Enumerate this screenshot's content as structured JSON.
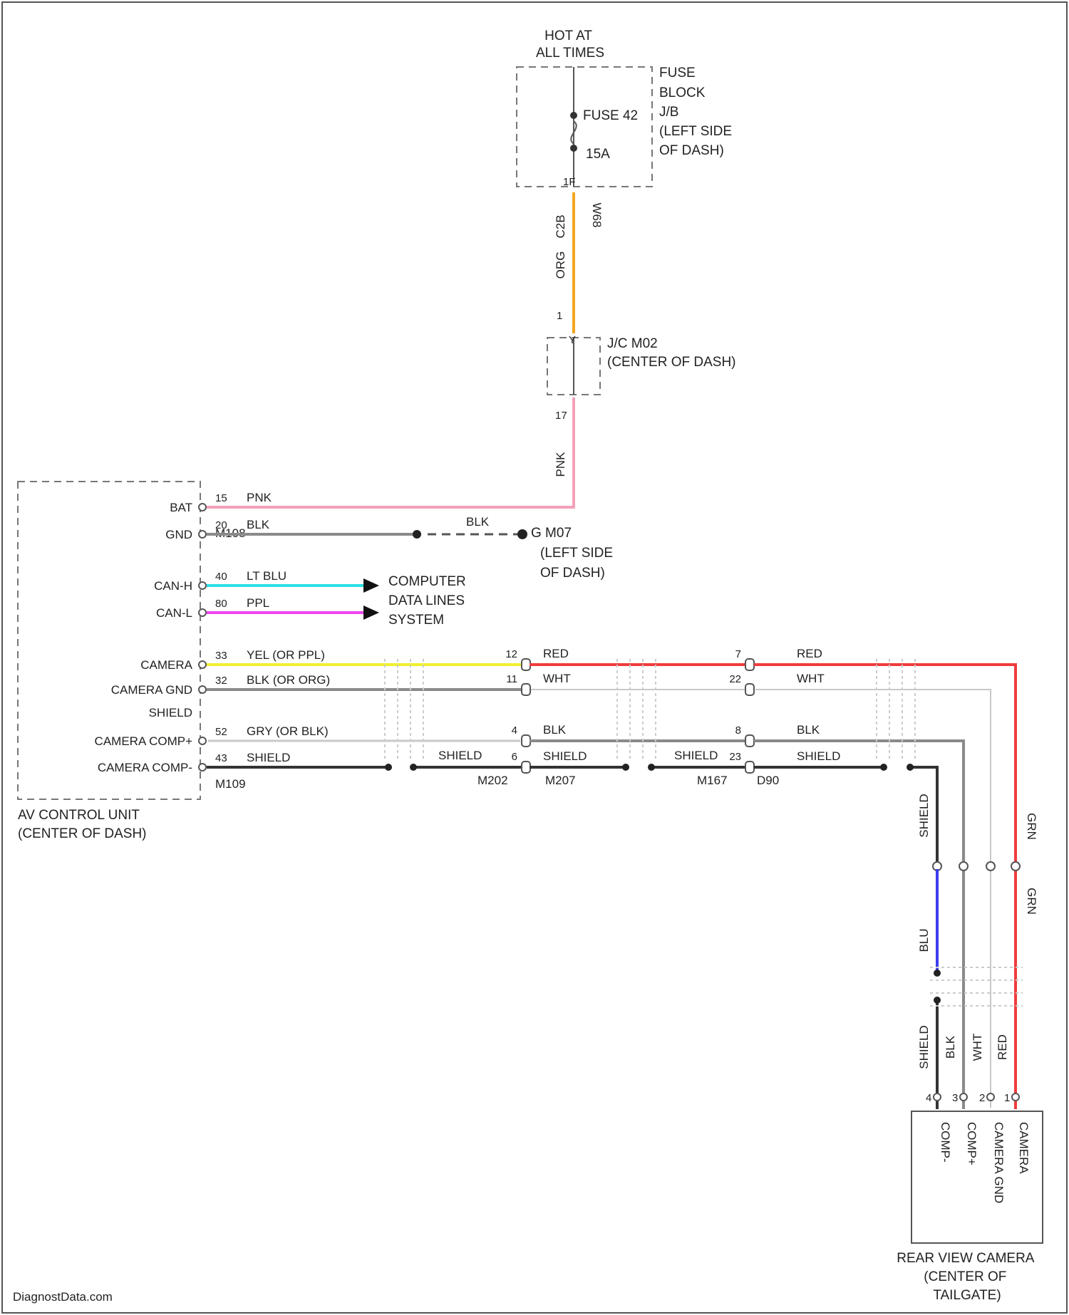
{
  "colors": {
    "orange": "#f5a623",
    "pink": "#f4a0b8",
    "black": "#333333",
    "gray": "#8a8a8a",
    "light_gray": "#c8c8c8",
    "cyan": "#28e0e6",
    "magenta": "#ee44ee",
    "yellow": "#f0f030",
    "red": "#f03c3c",
    "blue": "#3c3cf0"
  },
  "hot_at": "HOT AT\nALL TIMES",
  "fuse_block": {
    "label": "FUSE\nBLOCK\nJ/B\n(LEFT SIDE\nOF DASH)",
    "fuse_name": "FUSE 42",
    "fuse_amp": "15A",
    "pin_bottom": "1F",
    "connector": "C2B",
    "wire_color": "ORG",
    "wire_code": "W68"
  },
  "jc": {
    "label": "J/C M02\n(CENTER OF DASH)",
    "pin_in": "Y",
    "pin_top": "1",
    "pin_out": "17",
    "wire_color": "PNK"
  },
  "av_unit": {
    "label": "AV CONTROL UNIT\n(CENTER OF DASH)",
    "pins": [
      {
        "name": "BAT",
        "num": "15",
        "color": "PNK"
      },
      {
        "name": "GND",
        "num": "20",
        "color": "BLK"
      },
      {
        "name": "CAN-H",
        "num": "40",
        "color": "LT BLU"
      },
      {
        "name": "CAN-L",
        "num": "80",
        "color": "PPL"
      },
      {
        "name": "CAMERA",
        "num": "33",
        "color": "YEL (OR PPL)"
      },
      {
        "name": "CAMERA GND",
        "num": "32",
        "color": "BLK (OR ORG)"
      },
      {
        "name": "SHIELD",
        "num": "",
        "color": ""
      },
      {
        "name": "CAMERA COMP+",
        "num": "52",
        "color": "GRY (OR BLK)"
      },
      {
        "name": "CAMERA COMP-",
        "num": "43",
        "color": "SHIELD"
      }
    ],
    "connector_top": "M108",
    "connector_bottom": "M109"
  },
  "ground": {
    "label": "G M07\n(LEFT SIDE\nOF DASH)",
    "wire": "BLK"
  },
  "computer_data": "COMPUTER\nDATA LINES\nSYSTEM",
  "conn1": {
    "pins": [
      "12",
      "11",
      "4",
      "6"
    ],
    "colors": [
      "RED",
      "WHT",
      "BLK",
      "SHIELD"
    ],
    "shield_left": "SHIELD",
    "splice": "M202",
    "connector": "M207"
  },
  "conn2": {
    "pins": [
      "7",
      "22",
      "8",
      "23"
    ],
    "colors": [
      "RED",
      "WHT",
      "BLK",
      "SHIELD"
    ],
    "splice": "M167",
    "connector": "D90"
  },
  "vertical": {
    "top_labels": [
      "SHIELD",
      "GRN"
    ],
    "mid_labels": [
      "BLU",
      "GRN"
    ],
    "bottom_labels": [
      "SHIELD",
      "BLK",
      "WHT",
      "RED"
    ],
    "pins": [
      "4",
      "3",
      "2",
      "1"
    ]
  },
  "camera": {
    "label": "REAR VIEW CAMERA\n(CENTER OF\nTAILGATE)",
    "pins": [
      "COMP-",
      "COMP+",
      "CAMERA GND",
      "CAMERA"
    ]
  },
  "watermark": "DiagnostData.com"
}
